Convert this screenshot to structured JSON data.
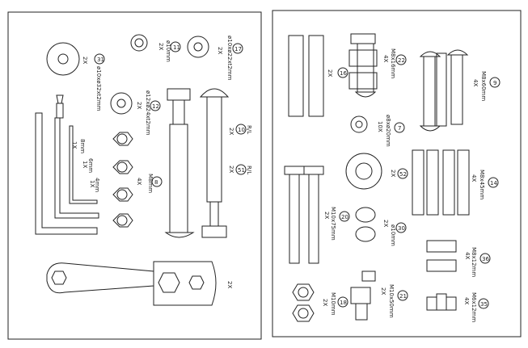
{
  "parts": [
    {
      "num": "31",
      "size": "ø10xø32xt2mm",
      "qty": "2X"
    },
    {
      "num": "11",
      "size": "ø10mm",
      "qty": "2X"
    },
    {
      "num": "17",
      "size": "ø10xø22xt2mm",
      "qty": "2X"
    },
    {
      "num": "12",
      "size": "ø12xø24xt2mm",
      "qty": "2X"
    },
    {
      "num": "10",
      "size": "R/L",
      "qty": "2X"
    },
    {
      "num": "51",
      "size": "R/L",
      "qty": "2X"
    },
    {
      "num": "8",
      "size": "M8mm",
      "qty": "4X"
    },
    {
      "num": "16",
      "size": "",
      "qty": "2X"
    },
    {
      "num": "22",
      "size": "M8x16mm",
      "qty": "4X"
    },
    {
      "num": "9",
      "size": "M8x60mm",
      "qty": "4X"
    },
    {
      "num": "7",
      "size": "ø8xø20mm",
      "qty": "10X"
    },
    {
      "num": "52",
      "size": "",
      "qty": "2X"
    },
    {
      "num": "14",
      "size": "M8x45mm",
      "qty": "4X"
    },
    {
      "num": "20",
      "size": "M10x75mm",
      "qty": "2X"
    },
    {
      "num": "30",
      "size": "ø10mm",
      "qty": "2X"
    },
    {
      "num": "36",
      "size": "M8x12mm",
      "qty": "4X"
    },
    {
      "num": "21",
      "size": "M10x50mm",
      "qty": "2X"
    },
    {
      "num": "18",
      "size": "M10mm",
      "qty": "2X"
    },
    {
      "num": "35",
      "size": "M6x12mm",
      "qty": "4X"
    }
  ],
  "allen_keys": {
    "sizes": [
      "8mm",
      "6mm",
      "4mm"
    ],
    "qty": [
      "1X",
      "1X",
      "1X"
    ]
  },
  "wrench": {
    "qty": "2X"
  }
}
